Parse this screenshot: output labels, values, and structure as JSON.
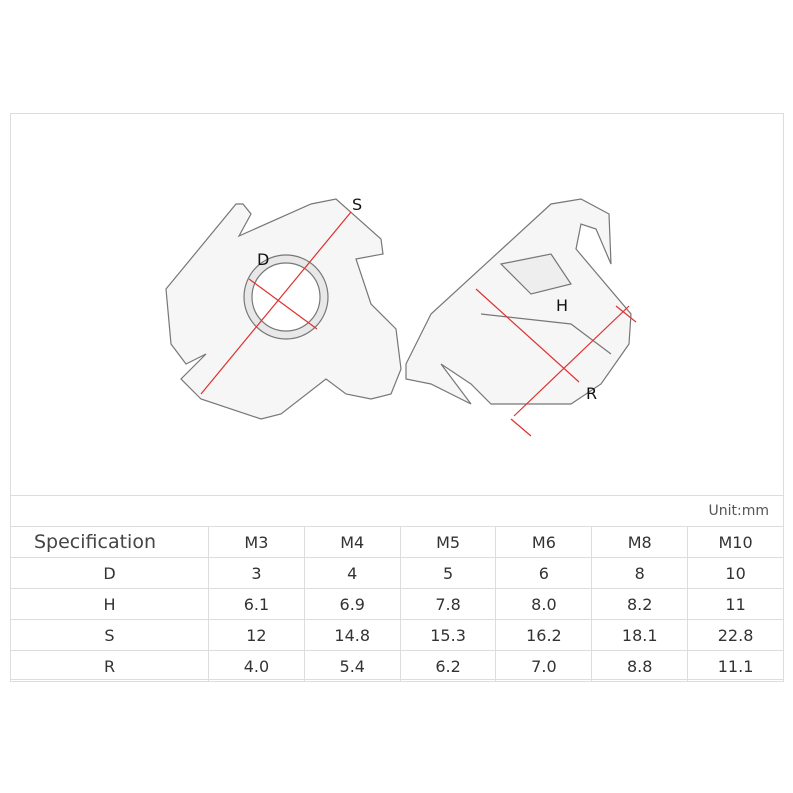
{
  "figure": {
    "labels": {
      "D": "D",
      "S": "S",
      "H": "H",
      "R": "R"
    },
    "dimension_color": "#e03030"
  },
  "unit_label": "Unit:mm",
  "table": {
    "header": [
      "Specification",
      "M3",
      "M4",
      "M5",
      "M6",
      "M8",
      "M10"
    ],
    "rows": [
      [
        "D",
        "3",
        "4",
        "5",
        "6",
        "8",
        "10"
      ],
      [
        "H",
        "6.1",
        "6.9",
        "7.8",
        "8.0",
        "8.2",
        "11"
      ],
      [
        "S",
        "12",
        "14.8",
        "15.3",
        "16.2",
        "18.1",
        "22.8"
      ],
      [
        "R",
        "4.0",
        "5.4",
        "6.2",
        "7.0",
        "8.8",
        "11.1"
      ]
    ]
  }
}
